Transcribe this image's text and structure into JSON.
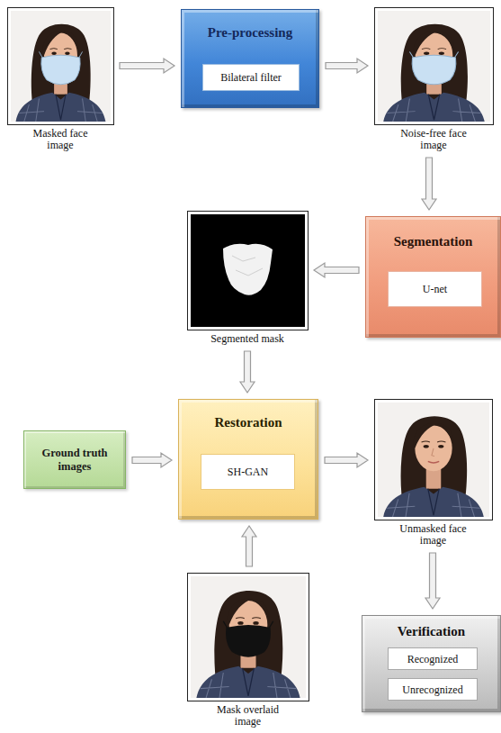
{
  "diagram": {
    "nodes": [
      {
        "text": [
          "Masked face image"
        ]
      },
      {
        "text": [
          "Pre-processing"
        ]
      },
      {
        "text": [
          "Bilateral filter"
        ],
        "in": 1
      },
      {
        "text": [
          "Noise-free face image"
        ]
      },
      {
        "text": [
          "Segmented mask"
        ]
      },
      {
        "text": [
          "Segmentation"
        ]
      },
      {
        "text": [
          "U-net"
        ],
        "in": 5
      },
      {
        "text": [
          "Ground truth images"
        ]
      },
      {
        "text": [
          "Restoration"
        ]
      },
      {
        "text": [
          "SH-GAN"
        ],
        "in": 8
      },
      {
        "text": [
          "Unmasked face image"
        ]
      },
      {
        "text": [
          "Mask overlaid image"
        ]
      },
      {
        "text": [
          "Verification"
        ]
      },
      {
        "text": [
          "Recognized"
        ],
        "in": 12
      },
      {
        "text": [
          "Unrecognized"
        ],
        "in": 12
      }
    ],
    "edges": [
      {
        "from": 0,
        "to": 1,
        "arrow": "to"
      },
      {
        "from": 1,
        "to": 3,
        "arrow": "to"
      },
      {
        "from": 3,
        "to": 5,
        "arrow": "to"
      },
      {
        "from": 5,
        "to": 4,
        "arrow": "to"
      },
      {
        "from": 4,
        "to": 8,
        "arrow": "to"
      },
      {
        "from": 7,
        "to": 8,
        "arrow": "to"
      },
      {
        "from": 8,
        "to": 10,
        "arrow": "to"
      },
      {
        "from": 11,
        "to": 8,
        "arrow": "to"
      },
      {
        "from": 10,
        "to": 12,
        "arrow": "to"
      }
    ]
  }
}
